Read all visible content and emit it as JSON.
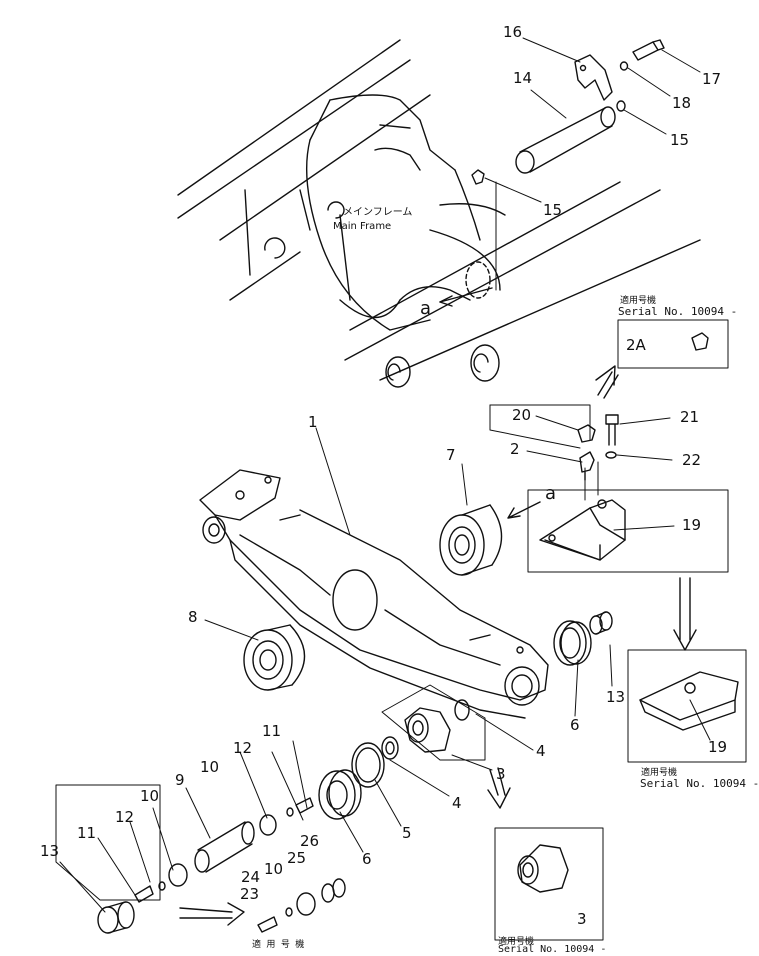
{
  "main_frame": {
    "label_jp": "メインフレーム",
    "label_en": "Main Frame",
    "view_marker": "a"
  },
  "view_marker_2": "a",
  "parts": {
    "p1": "1",
    "p2": "2",
    "p2a": "2A",
    "p3a": "3",
    "p3b": "3",
    "p4a": "4",
    "p4b": "4",
    "p5": "5",
    "p6a": "6",
    "p6b": "6",
    "p7": "7",
    "p8": "8",
    "p9": "9",
    "p10a": "10",
    "p10b": "10",
    "p10c": "10",
    "p11a": "11",
    "p11b": "11",
    "p12a": "12",
    "p12b": "12",
    "p13a": "13",
    "p13b": "13",
    "p14": "14",
    "p15a": "15",
    "p15b": "15",
    "p16": "16",
    "p17": "17",
    "p18": "18",
    "p19a": "19",
    "p19b": "19",
    "p20": "20",
    "p21": "21",
    "p22": "22",
    "p23": "23",
    "p24": "24",
    "p25": "25",
    "p26": "26"
  },
  "notes": {
    "serial_top_jp": "適用号機",
    "serial_top": "Serial No. 10094 -",
    "serial_right_jp": "適用号機",
    "serial_right": "Serial No. 10094 -",
    "serial_bottom_jp": "適用号機",
    "serial_bottom": "Serial No. 10094 -",
    "serial_left_jp": "適 用 号 機"
  }
}
